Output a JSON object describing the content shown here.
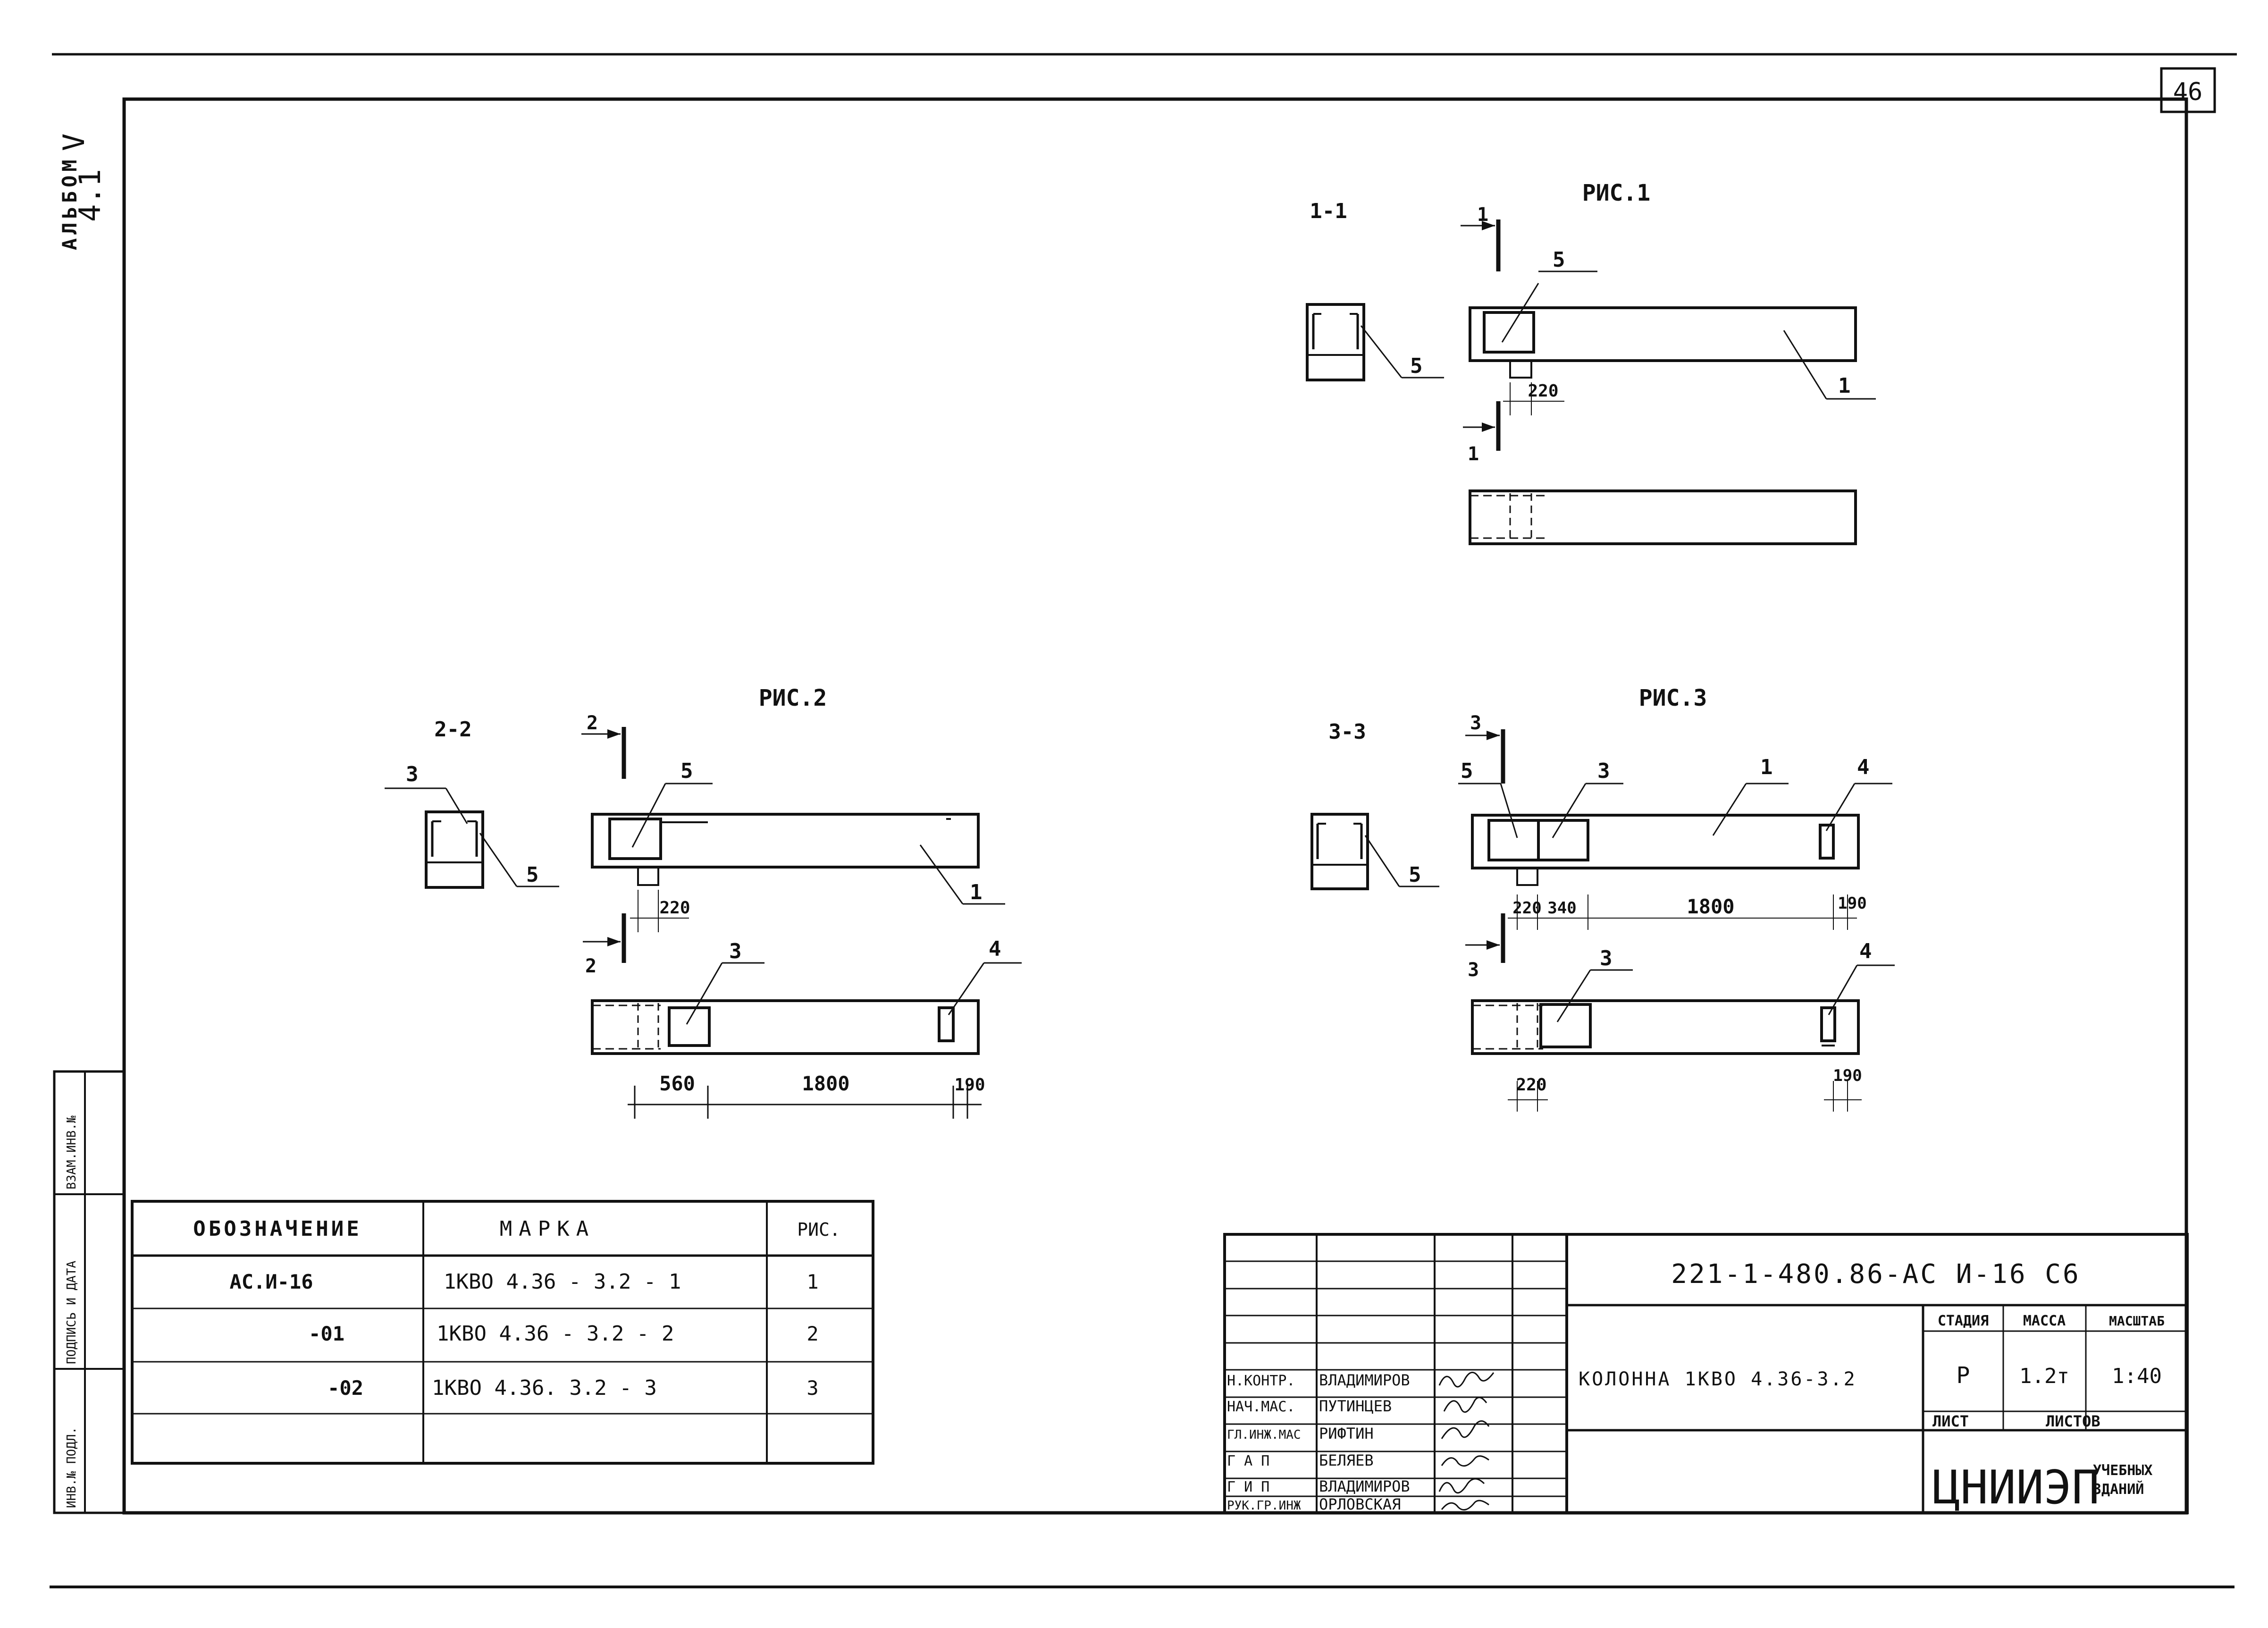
{
  "sheet_number": "46",
  "album": {
    "label": "АЛЬБОМ",
    "volume": "V",
    "part": "4.1"
  },
  "side_stamp": {
    "inv_no": "ИНВ.№ ПОДЛ.",
    "sign_date": "ПОДПИСЬ И ДАТА",
    "replace_inv": "ВЗАМ.ИНВ.№"
  },
  "figures": {
    "fig1": {
      "title": "РИС.1",
      "section_label": "1-1",
      "cut_mark": "1",
      "dim_220": "220",
      "callouts": {
        "c5_top": "5",
        "c1": "1",
        "c5_section": "5"
      }
    },
    "fig2": {
      "title": "РИС.2",
      "section_label": "2-2",
      "cut_mark": "2",
      "dim_220": "220",
      "dims_bottom": {
        "d1": "560",
        "d2": "1800",
        "d3": "190"
      },
      "callouts": {
        "c5_top": "5",
        "c1": "1",
        "c3_plan": "3",
        "c4_plan": "4",
        "c3_section": "3",
        "c5_section": "5"
      }
    },
    "fig3": {
      "title": "РИС.3",
      "section_label": "3-3",
      "cut_mark": "3",
      "dims_top": {
        "d1": "220",
        "d2": "340",
        "d3": "1800",
        "d4": "190"
      },
      "dims_bottom": {
        "d1": "220",
        "d2": "190"
      },
      "callouts": {
        "c5_top": "5",
        "c3_top": "3",
        "c1_top": "1",
        "c4_top": "4",
        "c3_plan": "3",
        "c4_plan": "4",
        "c5_section": "5"
      }
    }
  },
  "spec_table": {
    "headers": [
      "ОБОЗНАЧЕНИЕ",
      "МАРКА",
      "РИС."
    ],
    "rows": [
      [
        "АС.И-16",
        "1КВО 4.36 - 3.2 - 1",
        "1"
      ],
      [
        "-01",
        "1КВО 4.36 - 3.2 - 2",
        "2"
      ],
      [
        "-02",
        "1КВО 4.36. 3.2 - 3",
        "3"
      ],
      [
        "",
        "",
        ""
      ]
    ]
  },
  "title_block": {
    "code": "221-1-480.86-АС И-16 С6",
    "name": "КОЛОННА 1КВО 4.36-3.2",
    "stage_label": "СТАДИЯ",
    "mass_label": "МАССА",
    "scale_label": "МАСШТАБ",
    "stage": "Р",
    "mass": "1.2т",
    "scale": "1:40",
    "sheet_label": "ЛИСТ",
    "sheets_label": "ЛИСТОВ",
    "org": "ЦНИИЭП",
    "org_sub1": "УЧЕБНЫХ",
    "org_sub2": "ЗДАНИЙ",
    "signatures": [
      {
        "role": "Н.КОНТР.",
        "name": "ВЛАДИМИРОВ"
      },
      {
        "role": "НАЧ.МАС.",
        "name": "ПУТИНЦЕВ"
      },
      {
        "role": "ГЛ.ИНЖ.МАС",
        "name": "РИФТИН"
      },
      {
        "role": "Г А П",
        "name": "БЕЛЯЕВ"
      },
      {
        "role": "Г И П",
        "name": "ВЛАДИМИРОВ"
      },
      {
        "role": "РУК.ГР.ИНЖ",
        "name": "ОРЛОВСКАЯ"
      }
    ]
  }
}
